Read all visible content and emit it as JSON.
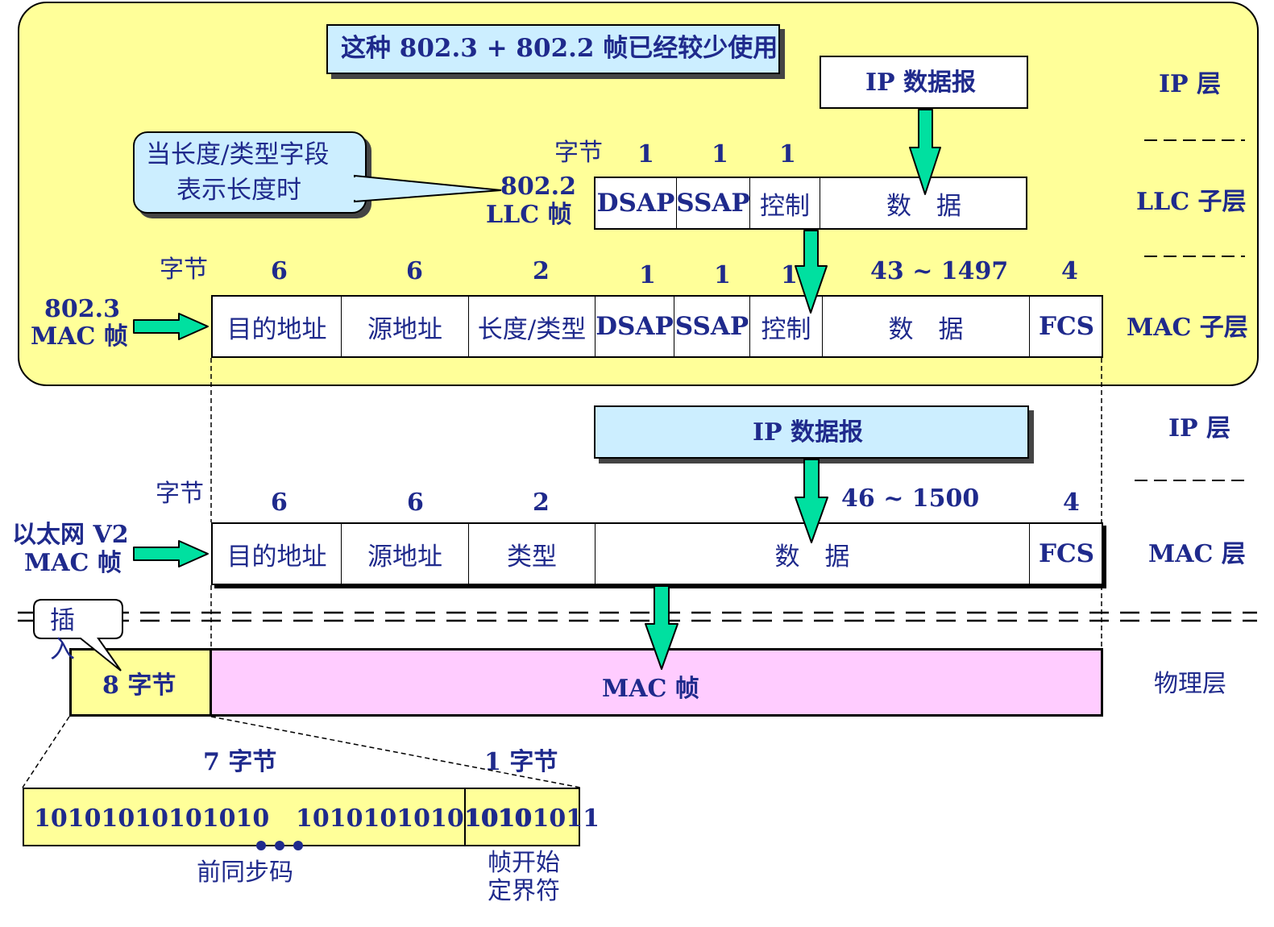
{
  "note": "这种 802.3 + 802.2 帧已经较少使用",
  "callout": {
    "line1": "当长度/类型字段",
    "line2": "表示长度时"
  },
  "llc_label": {
    "line1": "802.2",
    "line2": "LLC 帧"
  },
  "layers_top": {
    "ip": "IP 层",
    "llc": "LLC 子层",
    "mac": "MAC 子层"
  },
  "layers_bottom": {
    "ip": "IP 层",
    "mac": "MAC 层",
    "phy": "物理层"
  },
  "ip_datagram_top": "IP 数据报",
  "ip_datagram_bottom": "IP 数据报",
  "llc_frame": {
    "bytes_label": "字节",
    "sizes": [
      "1",
      "1",
      "1"
    ],
    "fields": [
      "DSAP",
      "SSAP",
      "控制",
      "数　据"
    ]
  },
  "mac_8023": {
    "side_label": {
      "line1": "802.3",
      "line2": "MAC 帧"
    },
    "bytes_label": "字节",
    "sizes": [
      "6",
      "6",
      "2",
      "1",
      "1",
      "1",
      "43 ~ 1497",
      "4"
    ],
    "fields": [
      "目的地址",
      "源地址",
      "长度/类型",
      "DSAP",
      "SSAP",
      "控制",
      "数　据",
      "FCS"
    ]
  },
  "mac_v2": {
    "side_label": {
      "line1": "以太网 V2",
      "line2": "MAC 帧"
    },
    "bytes_label": "字节",
    "sizes": [
      "6",
      "6",
      "2",
      "46 ~ 1500",
      "4"
    ],
    "fields": [
      "目的地址",
      "源地址",
      "类型",
      "数　据",
      "FCS"
    ]
  },
  "physical": {
    "insert_callout": "插入",
    "preamble_block": "8 字节",
    "mac_frame": "MAC 帧"
  },
  "preamble": {
    "seven_bytes": "7 字节",
    "one_byte": "1 字节",
    "bits_left": "10101010101010",
    "bits_mid": "10101010101010",
    "bits_right": "10101011",
    "sync_label": "前同步码",
    "sfd_label": {
      "line1": "帧开始",
      "line2": "定界符"
    }
  },
  "colors": {
    "panel_yellow": "#ffff99",
    "text_navy": "#1f2a8c",
    "arrow_green": "#00e0a0",
    "light_blue": "#cceeff",
    "mac_pink": "#ffccff"
  }
}
